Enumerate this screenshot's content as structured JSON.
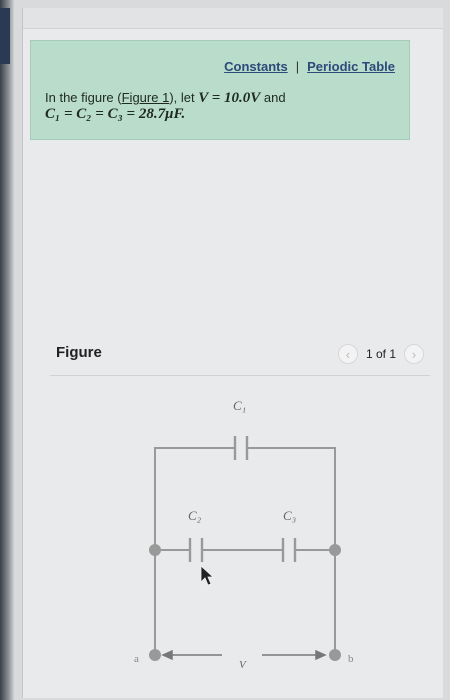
{
  "header": {
    "constants_link": "Constants",
    "separator": "|",
    "periodic_table_link": "Periodic Table"
  },
  "problem": {
    "intro": "In the figure (",
    "figure_link": "Figure 1",
    "after_link": "), let ",
    "v_expr": "V = 10.0V",
    "and_word": " and",
    "c_expr": "C₁ = C₂ = C₃ = 28.7μF."
  },
  "figure": {
    "title": "Figure",
    "page_count": "1 of 1",
    "prev_icon": "chevron-left-icon",
    "next_icon": "chevron-right-icon"
  },
  "circuit": {
    "labels": {
      "c1": "C₁",
      "c2": "C₂",
      "c3": "C₃",
      "a": "a",
      "b": "b",
      "v": "V"
    }
  },
  "colors": {
    "hint_bg": "#b9dccb",
    "link": "#2c4a7a",
    "wire": "#999999"
  }
}
